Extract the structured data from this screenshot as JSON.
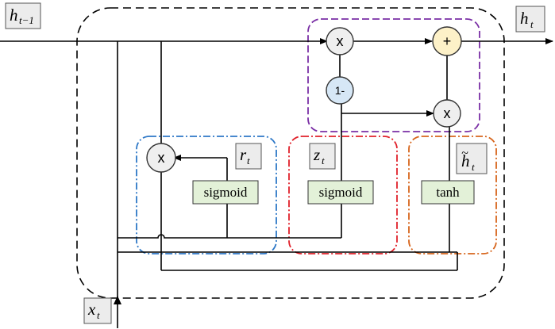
{
  "labels": {
    "h_prev": {
      "main": "h",
      "sub": "t−1"
    },
    "h_out": {
      "main": "h",
      "sub": "t"
    },
    "x_in": {
      "main": "x",
      "sub": "t"
    },
    "r_gate": {
      "main": "r",
      "sub": "t"
    },
    "z_gate": {
      "main": "z",
      "sub": "t"
    },
    "h_tilde": {
      "main": "h",
      "tilde": "~",
      "sub": "t"
    }
  },
  "activations": {
    "reset": "sigmoid",
    "update": "sigmoid",
    "candidate": "tanh"
  },
  "operators": {
    "reset_mul": "x",
    "top_mul": "x",
    "add": "+",
    "one_minus": "1-",
    "cand_mul": "x"
  },
  "colors": {
    "outer_border": "#000000",
    "reset_group": "#2e78c7",
    "update_group": "#e0202a",
    "candidate_group": "#d7651c",
    "output_group": "#7a2fa5",
    "gate_box_fill": "#e3f1d8",
    "label_box_fill": "#ececec",
    "op_fill": "#efefef",
    "one_minus_fill": "#d6e7f6",
    "add_fill": "#fdf1c8"
  }
}
